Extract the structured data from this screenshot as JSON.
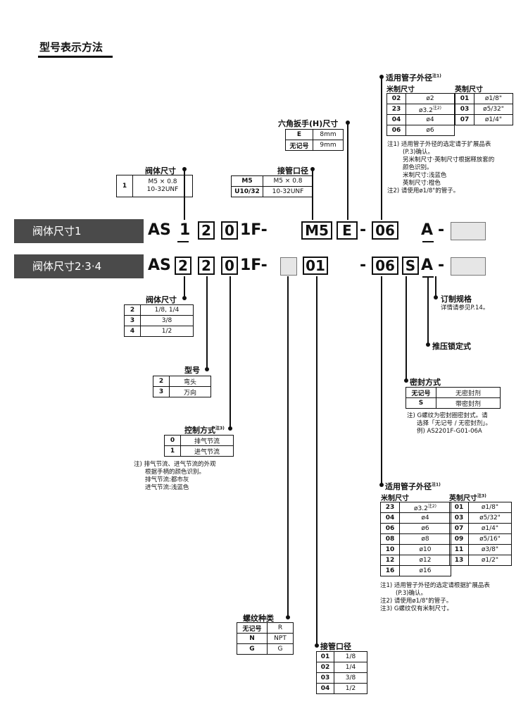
{
  "title": "型号表示方法",
  "rows": {
    "row1": {
      "label": "阀体尺寸1",
      "prefix": "AS",
      "size": "1",
      "mid": "2",
      "ctrl": "0",
      "suffix": "1F-",
      "port": "M5",
      "wrench": "E",
      "dash": "-",
      "tube": "06",
      "option": "A",
      "dash2": "-"
    },
    "row2": {
      "label": "阀体尺寸2·3·4",
      "prefix": "AS",
      "size": "2",
      "mid": "2",
      "ctrl": "0",
      "suffix": "1F-",
      "port": "01",
      "dash": "-",
      "tube": "06",
      "seal": "S",
      "option": "A",
      "dash2": "-"
    }
  },
  "wrench": {
    "title": "六角扳手(H)尺寸",
    "rows": [
      [
        "E",
        "8mm"
      ],
      [
        "无记号",
        "9mm"
      ]
    ]
  },
  "port_top": {
    "title": "接管口径",
    "rows": [
      [
        "M5",
        "M5 × 0.8"
      ],
      [
        "U10/32",
        "10-32UNF"
      ]
    ]
  },
  "body_size_top": {
    "title": "阀体尺寸",
    "key": "1",
    "lines": [
      "M5 × 0.8",
      "10-32UNF"
    ]
  },
  "tube_top": {
    "title": "适用管子外径",
    "note_mark": "注1)",
    "metric_title": "米制尺寸",
    "inch_title": "英制尺寸",
    "metric": [
      [
        "02",
        "ø2"
      ],
      [
        "23",
        "ø3.2"
      ],
      [
        "04",
        "ø4"
      ],
      [
        "06",
        "ø6"
      ]
    ],
    "metric_mark": "注2)",
    "inch": [
      [
        "01",
        "ø1/8\""
      ],
      [
        "03",
        "ø5/32\""
      ],
      [
        "07",
        "ø1/4\""
      ]
    ],
    "notes": [
      "注1) 适用管子外径的选定请于扩展品表",
      "(P.3)确认。",
      "另米制尺寸·英制尺寸根据释放套的",
      "颜色识别。",
      "米制尺寸:浅蓝色",
      "英制尺寸:橙色",
      "注2) 请使用ø1/8\"的管子。"
    ]
  },
  "custom": {
    "title": "订制规格",
    "desc": "详情请参见P.14。"
  },
  "push_lock": {
    "title": "推压锁定式"
  },
  "body_size_bottom": {
    "title": "阀体尺寸",
    "rows": [
      [
        "2",
        "1/8, 1/4"
      ],
      [
        "3",
        "3/8"
      ],
      [
        "4",
        "1/2"
      ]
    ]
  },
  "model": {
    "title": "型号",
    "rows": [
      [
        "2",
        "弯头"
      ],
      [
        "3",
        "万向"
      ]
    ]
  },
  "control": {
    "title": "控制方式",
    "mark": "注3)",
    "rows": [
      [
        "0",
        "排气节流"
      ],
      [
        "1",
        "进气节流"
      ]
    ],
    "notes": [
      "注) 排气节流、进气节流的外观",
      "根据手柄的颜色识别。",
      "排气节流:都市灰",
      "进气节流:浅蓝色"
    ]
  },
  "seal": {
    "title": "密封方式",
    "rows": [
      [
        "无记号",
        "无密封剂"
      ],
      [
        "S",
        "带密封剂"
      ]
    ],
    "notes": [
      "注) G螺纹为密封圈密封式。请",
      "选择「无记号 / 无密封剂」。",
      "例) AS2201F-G01-06A"
    ]
  },
  "tube_bottom": {
    "title": "适用管子外径",
    "note_mark": "注1)",
    "metric_title": "米制尺寸",
    "inch_title": "英制尺寸",
    "inch_mark": "注3)",
    "metric": [
      [
        "23",
        "ø3.2"
      ],
      [
        "04",
        "ø4"
      ],
      [
        "06",
        "ø6"
      ],
      [
        "08",
        "ø8"
      ],
      [
        "10",
        "ø10"
      ],
      [
        "12",
        "ø12"
      ],
      [
        "16",
        "ø16"
      ]
    ],
    "metric_mark": "注2)",
    "inch": [
      [
        "01",
        "ø1/8\""
      ],
      [
        "03",
        "ø5/32\""
      ],
      [
        "07",
        "ø1/4\""
      ],
      [
        "09",
        "ø5/16\""
      ],
      [
        "11",
        "ø3/8\""
      ],
      [
        "13",
        "ø1/2\""
      ]
    ],
    "notes": [
      "注1) 适用管子外径的选定请根据扩展品表",
      "(P.3)确认。",
      "注2) 请使用ø1/8\"的管子。",
      "注3) G螺纹仅有米制尺寸。"
    ]
  },
  "thread": {
    "title": "螺纹种类",
    "rows": [
      [
        "无记号",
        "R"
      ],
      [
        "N",
        "NPT"
      ],
      [
        "G",
        "G"
      ]
    ]
  },
  "port_bottom": {
    "title": "接管口径",
    "rows": [
      [
        "01",
        "1/8"
      ],
      [
        "02",
        "1/4"
      ],
      [
        "03",
        "3/8"
      ],
      [
        "04",
        "1/2"
      ]
    ]
  }
}
